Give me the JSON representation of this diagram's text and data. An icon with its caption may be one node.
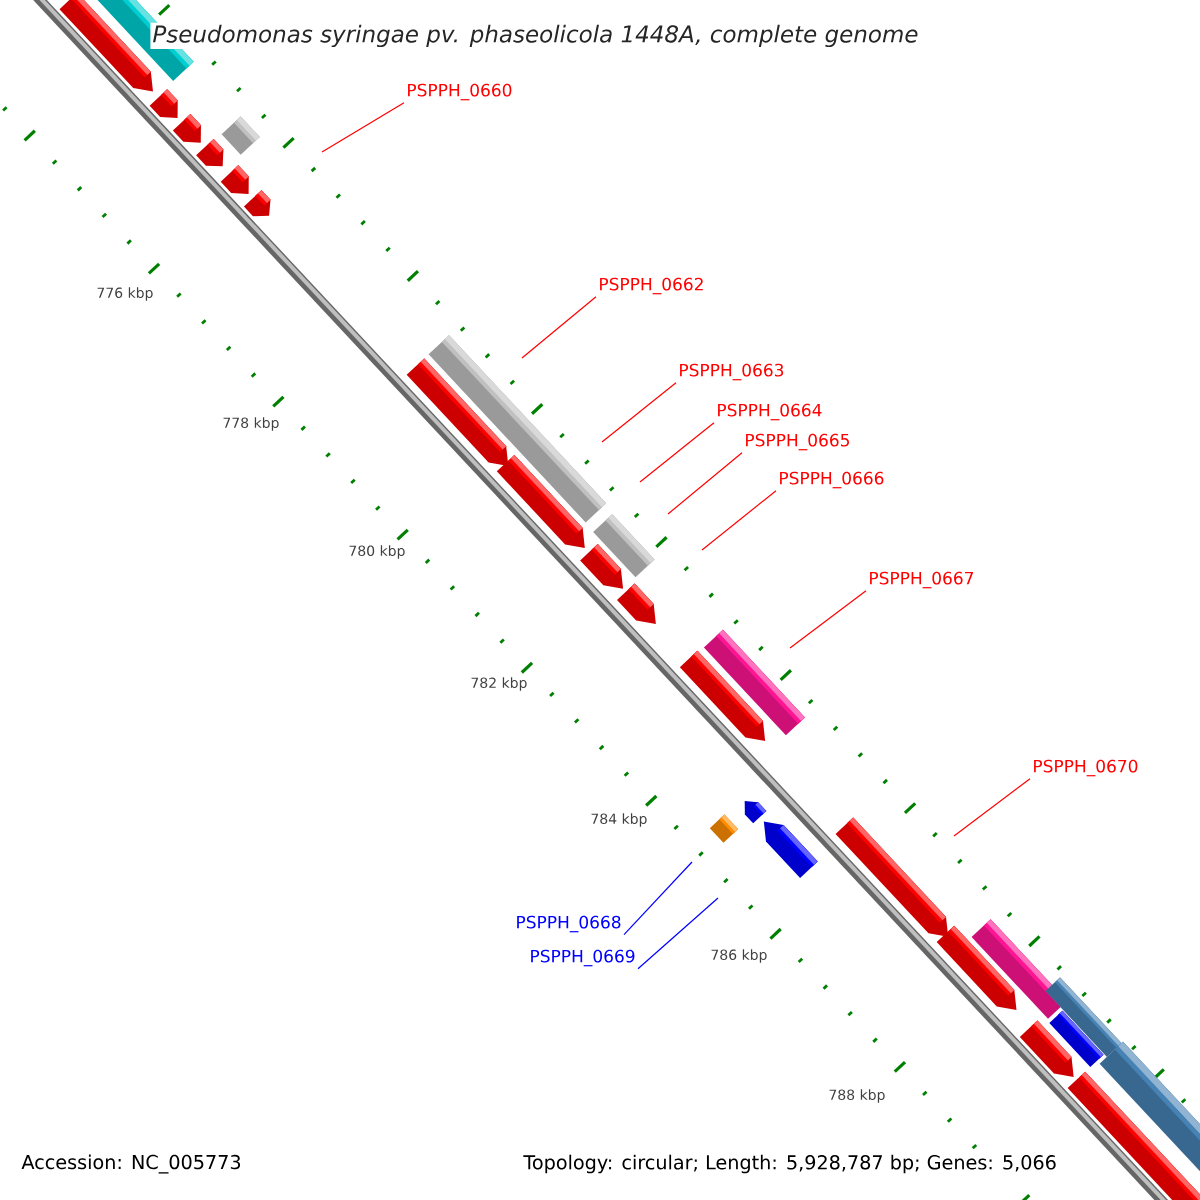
{
  "diagram": {
    "title": "Pseudomonas syringae pv. phaseolicola 1448A, complete genome",
    "nodes": [
      {
        "text": [
          "PSPPH_0660"
        ]
      },
      {
        "text": [
          "PSPPH_0662"
        ]
      },
      {
        "text": [
          "PSPPH_0663"
        ]
      },
      {
        "text": [
          "PSPPH_0664"
        ]
      },
      {
        "text": [
          "PSPPH_0665"
        ]
      },
      {
        "text": [
          "PSPPH_0666"
        ]
      },
      {
        "text": [
          "PSPPH_0667"
        ]
      },
      {
        "text": [
          "PSPPH_0670"
        ]
      },
      {
        "text": [
          "PSPPH_0668"
        ]
      },
      {
        "text": [
          "PSPPH_0669"
        ]
      }
    ],
    "edges": [
      {
        "from": 0,
        "to": null,
        "arrow": "none"
      },
      {
        "from": 1,
        "to": null,
        "arrow": "none"
      },
      {
        "from": 2,
        "to": null,
        "arrow": "none"
      },
      {
        "from": 3,
        "to": null,
        "arrow": "none"
      },
      {
        "from": 4,
        "to": null,
        "arrow": "none"
      },
      {
        "from": 5,
        "to": null,
        "arrow": "none"
      },
      {
        "from": 6,
        "to": null,
        "arrow": "none"
      },
      {
        "from": 7,
        "to": null,
        "arrow": "none"
      },
      {
        "from": 8,
        "to": null,
        "arrow": "none",
        "color": "#0000ff"
      },
      {
        "from": 9,
        "to": null,
        "arrow": "none",
        "color": "#0000ff"
      }
    ],
    "labels": [
      "776 kbp",
      "778 kbp",
      "780 kbp",
      "782 kbp",
      "784 kbp",
      "786 kbp",
      "788 kbp",
      "Accession: NC_005773",
      "Topology: circular; Length: 5,928,787 bp; Genes: 5,066"
    ]
  }
}
